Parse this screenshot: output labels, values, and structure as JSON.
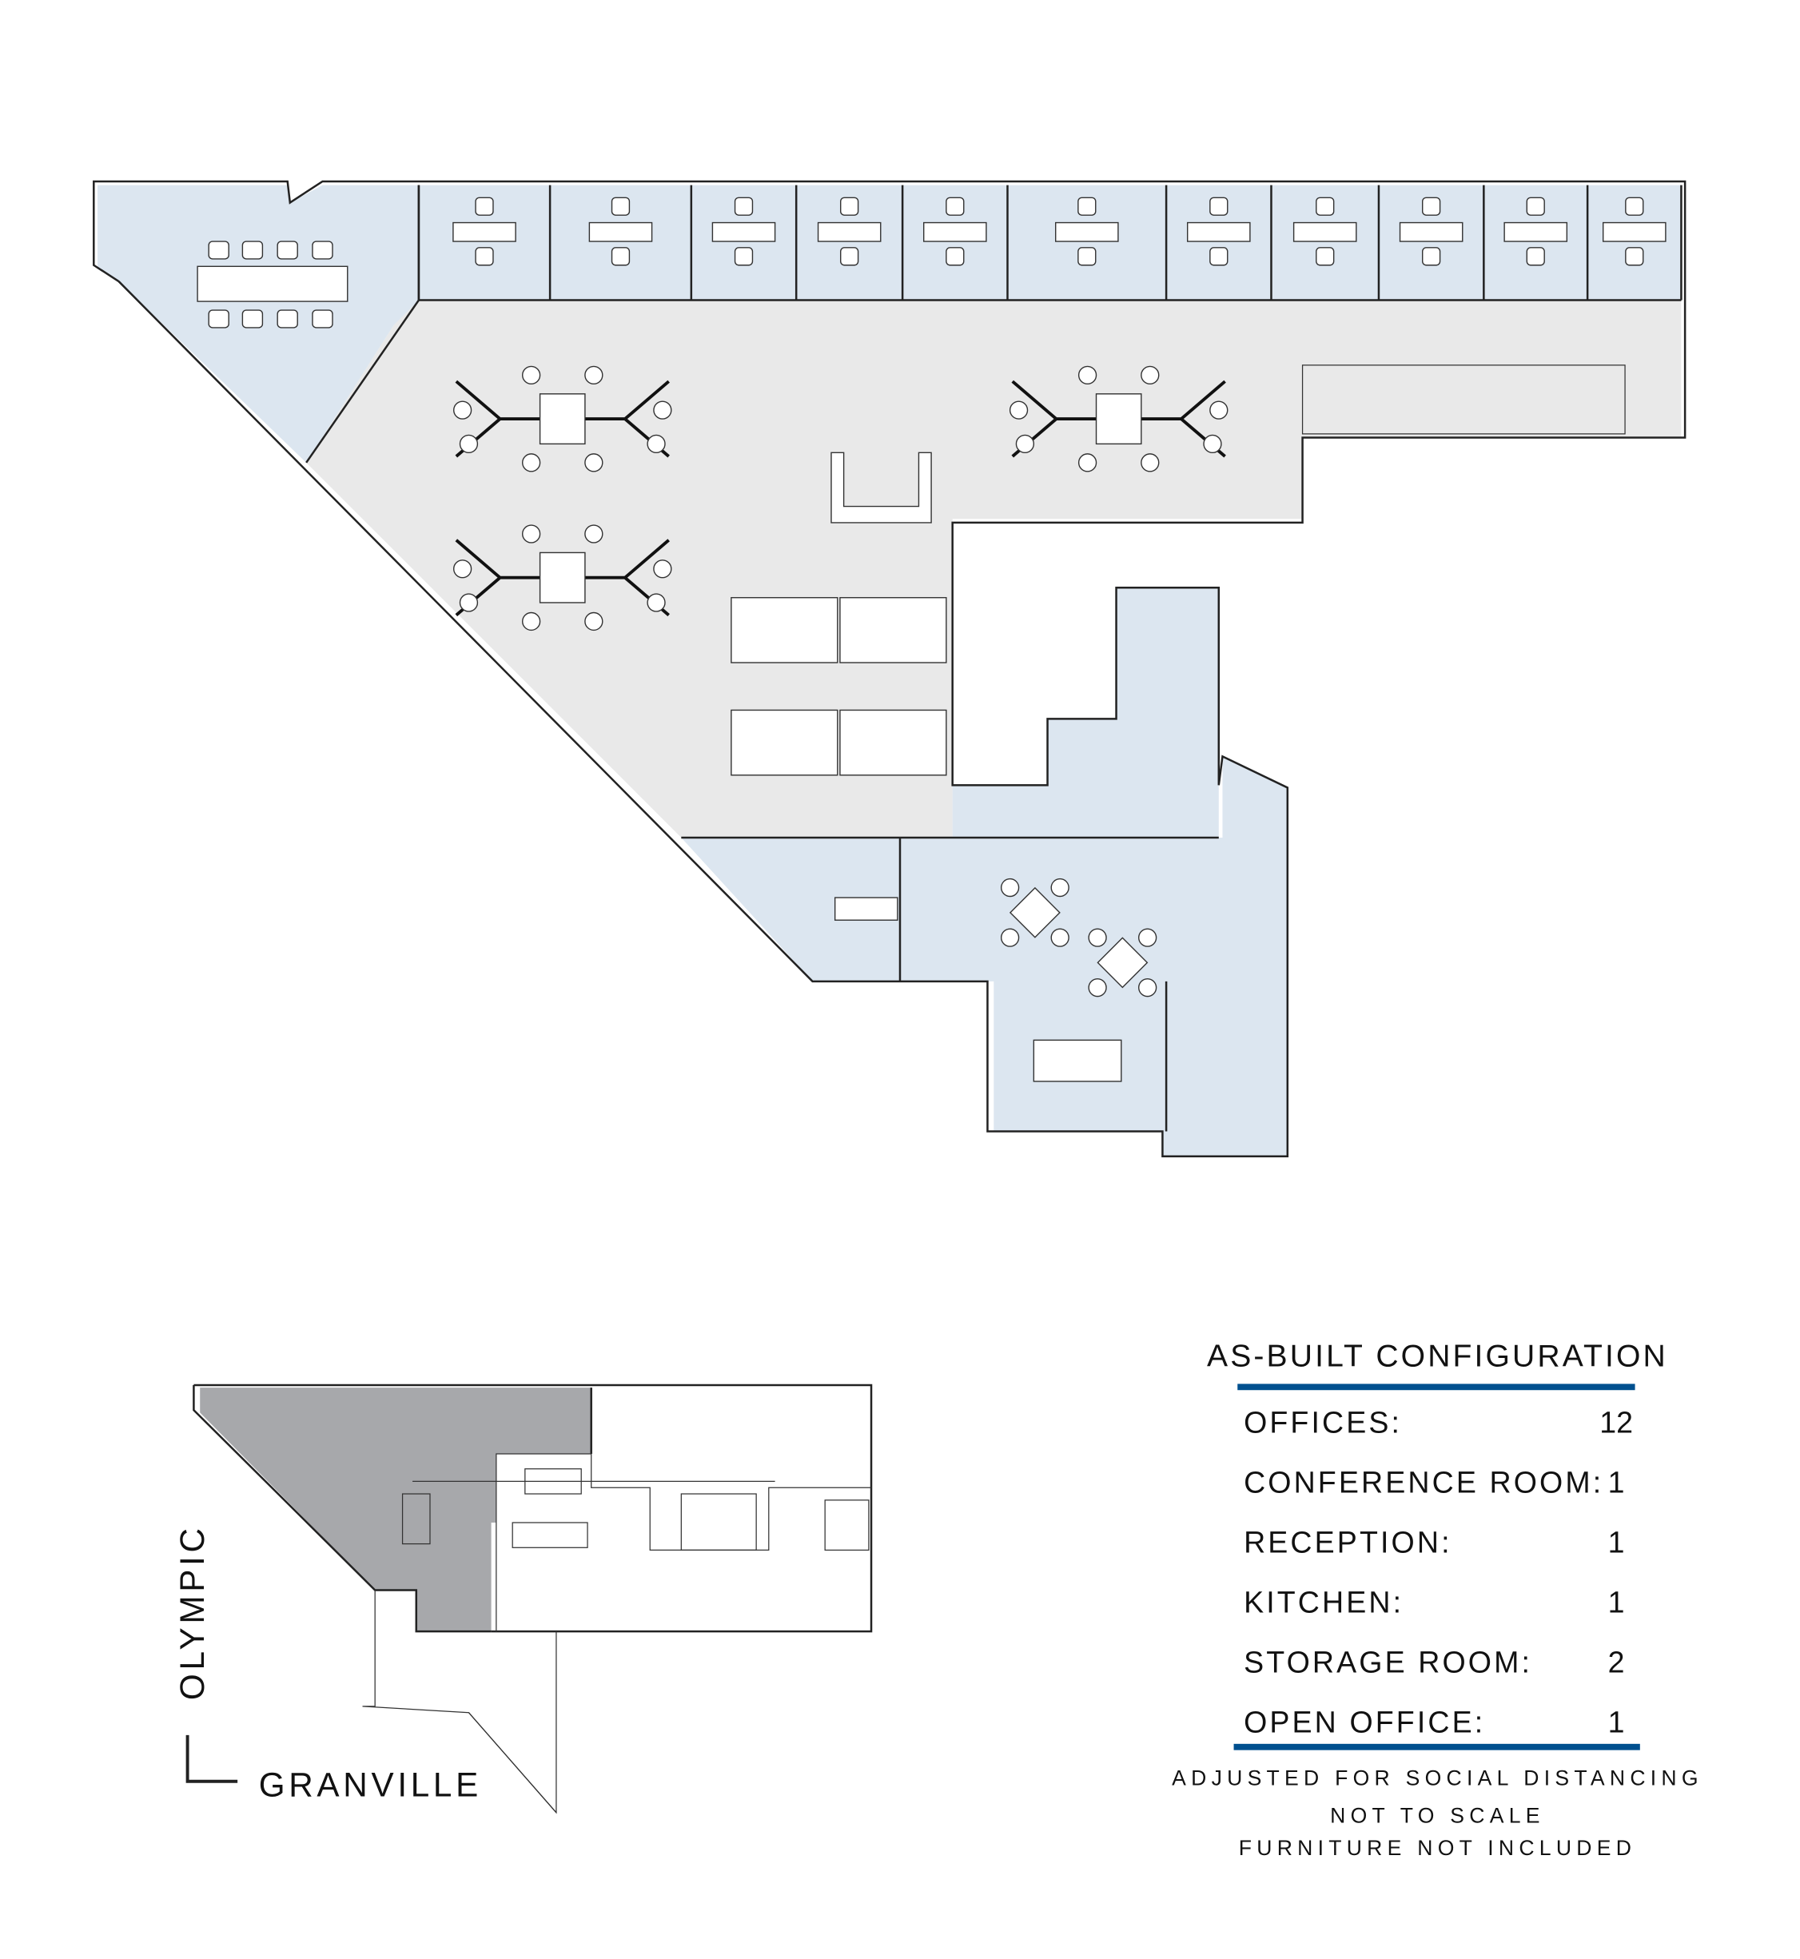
{
  "legend": {
    "title": "AS-BUILT CONFIGURATION",
    "rows": [
      {
        "label": "OFFICES:",
        "value": "12"
      },
      {
        "label": "CONFERENCE ROOM:",
        "value": "1"
      },
      {
        "label": "RECEPTION:",
        "value": "1"
      },
      {
        "label": "KITCHEN:",
        "value": "1"
      },
      {
        "label": "STORAGE ROOM:",
        "value": "2"
      },
      {
        "label": "OPEN OFFICE:",
        "value": "1"
      }
    ],
    "notes": [
      "ADJUSTED FOR SOCIAL DISTANCING",
      "NOT TO SCALE",
      "FURNITURE NOT INCLUDED"
    ],
    "accent_color": "#00508f"
  },
  "key_plan": {
    "street_vertical": "OLYMPIC",
    "street_horizontal": "GRANVILLE",
    "highlight_color": "#a7a8ab"
  },
  "floor_plan": {
    "room_color": "#dce6f0",
    "open_area_color": "#e9e9e9"
  }
}
